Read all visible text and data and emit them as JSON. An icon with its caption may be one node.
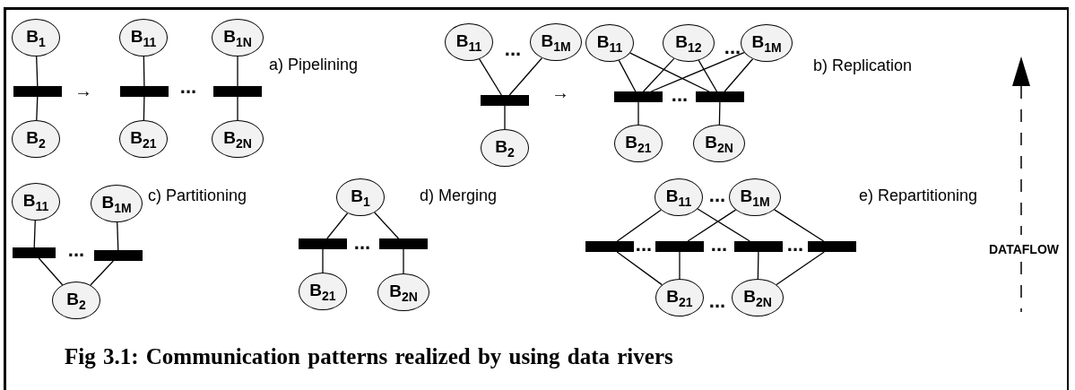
{
  "diagram": {
    "caption": "Fig 3.1: Communication patterns realized by using data rivers",
    "nodes": [
      {
        "text": [
          "B$_{1}$"
        ]
      },
      {
        "text": [],
        "shape": "bar"
      },
      {
        "text": [
          "B$_{2}$"
        ]
      },
      {
        "text": [
          "B$_{11}$"
        ]
      },
      {
        "text": [],
        "shape": "bar"
      },
      {
        "text": [
          "B$_{21}$"
        ]
      },
      {
        "text": [
          "B$_{1N}$"
        ]
      },
      {
        "text": [],
        "shape": "bar"
      },
      {
        "text": [
          "B$_{2N}$"
        ]
      },
      {
        "text": [
          "B$_{11}$"
        ]
      },
      {
        "text": [
          "B$_{1M}$"
        ]
      },
      {
        "text": [],
        "shape": "bar"
      },
      {
        "text": [
          "B$_{2}$"
        ]
      },
      {
        "text": [
          "B$_{11}$"
        ]
      },
      {
        "text": [
          "B$_{12}$"
        ]
      },
      {
        "text": [
          "B$_{1M}$"
        ]
      },
      {
        "text": [],
        "shape": "bar"
      },
      {
        "text": [],
        "shape": "bar"
      },
      {
        "text": [
          "B$_{21}$"
        ]
      },
      {
        "text": [
          "B$_{2N}$"
        ]
      },
      {
        "text": [
          "B$_{11}$"
        ]
      },
      {
        "text": [
          "B$_{1M}$"
        ]
      },
      {
        "text": [],
        "shape": "bar"
      },
      {
        "text": [],
        "shape": "bar"
      },
      {
        "text": [
          "B$_{2}$"
        ]
      },
      {
        "text": [
          "B$_{1}$"
        ]
      },
      {
        "text": [],
        "shape": "bar"
      },
      {
        "text": [],
        "shape": "bar"
      },
      {
        "text": [
          "B$_{21}$"
        ]
      },
      {
        "text": [
          "B$_{2N}$"
        ]
      },
      {
        "text": [
          "B$_{11}$"
        ]
      },
      {
        "text": [
          "B$_{1M}$"
        ]
      },
      {
        "text": [],
        "shape": "bar"
      },
      {
        "text": [],
        "shape": "bar"
      },
      {
        "text": [],
        "shape": "bar"
      },
      {
        "text": [],
        "shape": "bar"
      },
      {
        "text": [
          "B$_{21}$"
        ]
      },
      {
        "text": [
          "B$_{2N}$"
        ]
      }
    ],
    "edges": [
      {
        "from": 0,
        "to": 1,
        "arrow": "none"
      },
      {
        "from": 1,
        "to": 2,
        "arrow": "none"
      },
      {
        "from": 3,
        "to": 4,
        "arrow": "none"
      },
      {
        "from": 4,
        "to": 5,
        "arrow": "none"
      },
      {
        "from": 6,
        "to": 7,
        "arrow": "none"
      },
      {
        "from": 7,
        "to": 8,
        "arrow": "none"
      },
      {
        "from": 9,
        "to": 11,
        "arrow": "none"
      },
      {
        "from": 10,
        "to": 11,
        "arrow": "none"
      },
      {
        "from": 11,
        "to": 12,
        "arrow": "none"
      },
      {
        "from": 13,
        "to": 16,
        "arrow": "none"
      },
      {
        "from": 13,
        "to": 17,
        "arrow": "none"
      },
      {
        "from": 14,
        "to": 16,
        "arrow": "none"
      },
      {
        "from": 14,
        "to": 17,
        "arrow": "none"
      },
      {
        "from": 15,
        "to": 16,
        "arrow": "none"
      },
      {
        "from": 15,
        "to": 17,
        "arrow": "none"
      },
      {
        "from": 16,
        "to": 18,
        "arrow": "none"
      },
      {
        "from": 17,
        "to": 19,
        "arrow": "none"
      },
      {
        "from": 20,
        "to": 22,
        "arrow": "none"
      },
      {
        "from": 21,
        "to": 23,
        "arrow": "none"
      },
      {
        "from": 22,
        "to": 24,
        "arrow": "none"
      },
      {
        "from": 23,
        "to": 24,
        "arrow": "none"
      },
      {
        "from": 25,
        "to": 26,
        "arrow": "none"
      },
      {
        "from": 25,
        "to": 27,
        "arrow": "none"
      },
      {
        "from": 26,
        "to": 28,
        "arrow": "none"
      },
      {
        "from": 27,
        "to": 29,
        "arrow": "none"
      },
      {
        "from": 30,
        "to": 32,
        "arrow": "none"
      },
      {
        "from": 30,
        "to": 34,
        "arrow": "none"
      },
      {
        "from": 31,
        "to": 33,
        "arrow": "none"
      },
      {
        "from": 31,
        "to": 35,
        "arrow": "none"
      },
      {
        "from": 32,
        "to": 36,
        "arrow": "none"
      },
      {
        "from": 33,
        "to": 36,
        "arrow": "none"
      },
      {
        "from": 34,
        "to": 37,
        "arrow": "none"
      },
      {
        "from": 35,
        "to": 37,
        "arrow": "none"
      }
    ],
    "labels": [
      "→",
      "...",
      "a) Pipelining",
      "...",
      "→",
      "...",
      "...",
      "b) Replication",
      "...",
      "c) Partitioning",
      "...",
      "d) Merging",
      "...",
      "...",
      "...",
      "...",
      "e) Repartitioning",
      "...",
      "DATAFLOW"
    ]
  }
}
